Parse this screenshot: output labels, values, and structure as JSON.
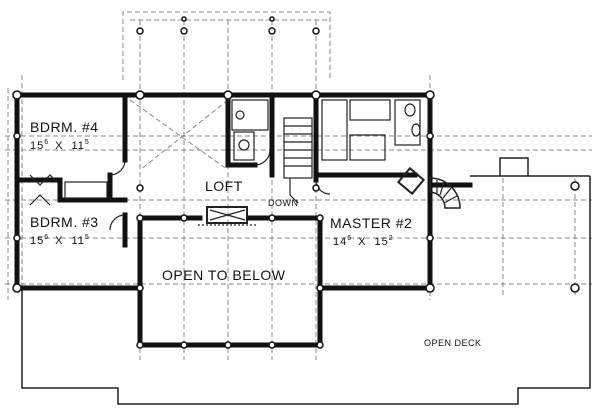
{
  "plan": {
    "rooms": {
      "bedroom4": {
        "name": "BDRM. #4",
        "dim_a": "15",
        "dim_a_frac": "6",
        "dim_b": "11",
        "dim_b_frac": "5"
      },
      "bedroom3": {
        "name": "BDRM. #3",
        "dim_a": "15",
        "dim_a_frac": "6",
        "dim_b": "11",
        "dim_b_frac": "5"
      },
      "master2": {
        "name": "MASTER #2",
        "dim_a": "14",
        "dim_a_frac": "6",
        "dim_b": "15",
        "dim_b_frac": "2"
      },
      "loft": {
        "name": "LOFT"
      },
      "open_to_below": {
        "name": "OPEN TO BELOW"
      },
      "open_deck": {
        "name": "OPEN DECK"
      }
    },
    "stair_label": "DOWN",
    "dim_separator": "X"
  }
}
